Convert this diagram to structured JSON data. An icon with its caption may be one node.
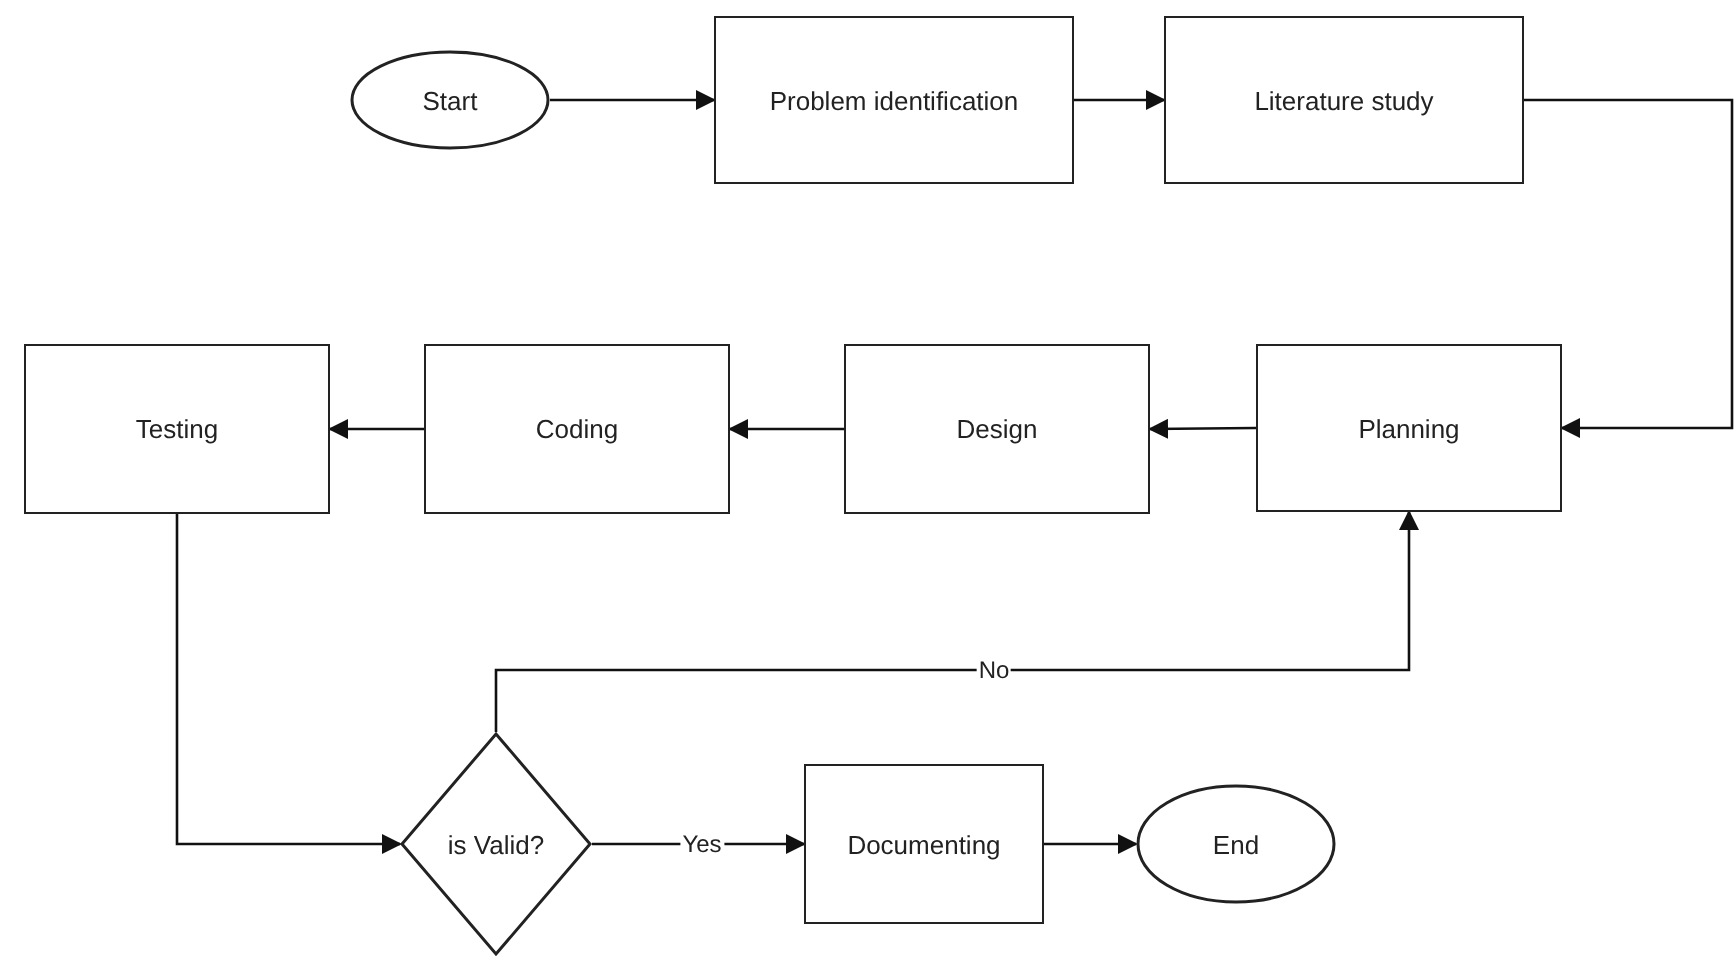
{
  "diagram": {
    "nodes": [
      {
        "text": [
          "Start"
        ]
      },
      {
        "text": [
          "Problem identification"
        ]
      },
      {
        "text": [
          "Literature study"
        ]
      },
      {
        "text": [
          "Testing"
        ]
      },
      {
        "text": [
          "Coding"
        ]
      },
      {
        "text": [
          "Design"
        ]
      },
      {
        "text": [
          "Planning"
        ]
      },
      {
        "text": [
          "is Valid?"
        ]
      },
      {
        "text": [
          "Documenting"
        ]
      },
      {
        "text": [
          "End"
        ]
      }
    ],
    "edges": [
      {
        "from": 0,
        "to": 1,
        "arrow": "to"
      },
      {
        "from": 1,
        "to": 2,
        "arrow": "to"
      },
      {
        "from": 2,
        "to": 6,
        "arrow": "to"
      },
      {
        "from": 6,
        "to": 5,
        "arrow": "to"
      },
      {
        "from": 5,
        "to": 4,
        "arrow": "to"
      },
      {
        "from": 4,
        "to": 3,
        "arrow": "to"
      },
      {
        "from": 3,
        "to": 7,
        "arrow": "to"
      },
      {
        "from": 7,
        "to": 6,
        "arrow": "to",
        "label": "No"
      },
      {
        "from": 7,
        "to": 8,
        "arrow": "to",
        "label": "Yes"
      },
      {
        "from": 8,
        "to": 9,
        "arrow": "to"
      }
    ]
  }
}
